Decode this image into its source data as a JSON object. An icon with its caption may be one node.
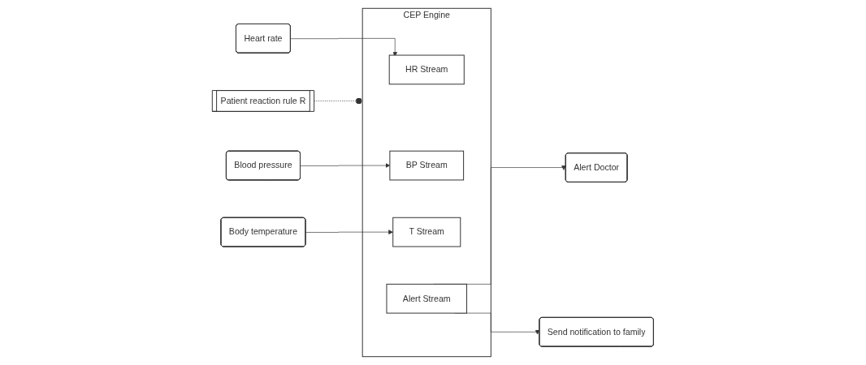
{
  "diagram": {
    "nodes": [
      {
        "text": [
          "Patient reaction rule R"
        ]
      },
      {
        "text": [
          "Heart rate"
        ]
      },
      {
        "text": [
          "Blood pressure"
        ]
      },
      {
        "text": [
          "Body temperature"
        ]
      },
      {
        "text": [
          "CEP Engine"
        ]
      },
      {
        "text": [
          "HR Stream"
        ],
        "in": 4
      },
      {
        "text": [
          "BP Stream"
        ],
        "in": 4
      },
      {
        "text": [
          "T Stream"
        ],
        "in": 4
      },
      {
        "text": [
          "Alert Stream"
        ],
        "in": 4
      },
      {
        "text": [
          "Alert Doctor"
        ]
      },
      {
        "text": [
          "Send notification to family"
        ]
      }
    ],
    "edges": [
      {
        "from": 0,
        "to": 4,
        "arrow": "other",
        "style": "dashed"
      },
      {
        "from": 1,
        "to": 5,
        "arrow": "to"
      },
      {
        "from": 2,
        "to": 6,
        "arrow": "to"
      },
      {
        "from": 3,
        "to": 7,
        "arrow": "to"
      },
      {
        "from": 8,
        "to": 9,
        "arrow": "to"
      },
      {
        "from": 8,
        "to": 10,
        "arrow": "to"
      }
    ]
  }
}
